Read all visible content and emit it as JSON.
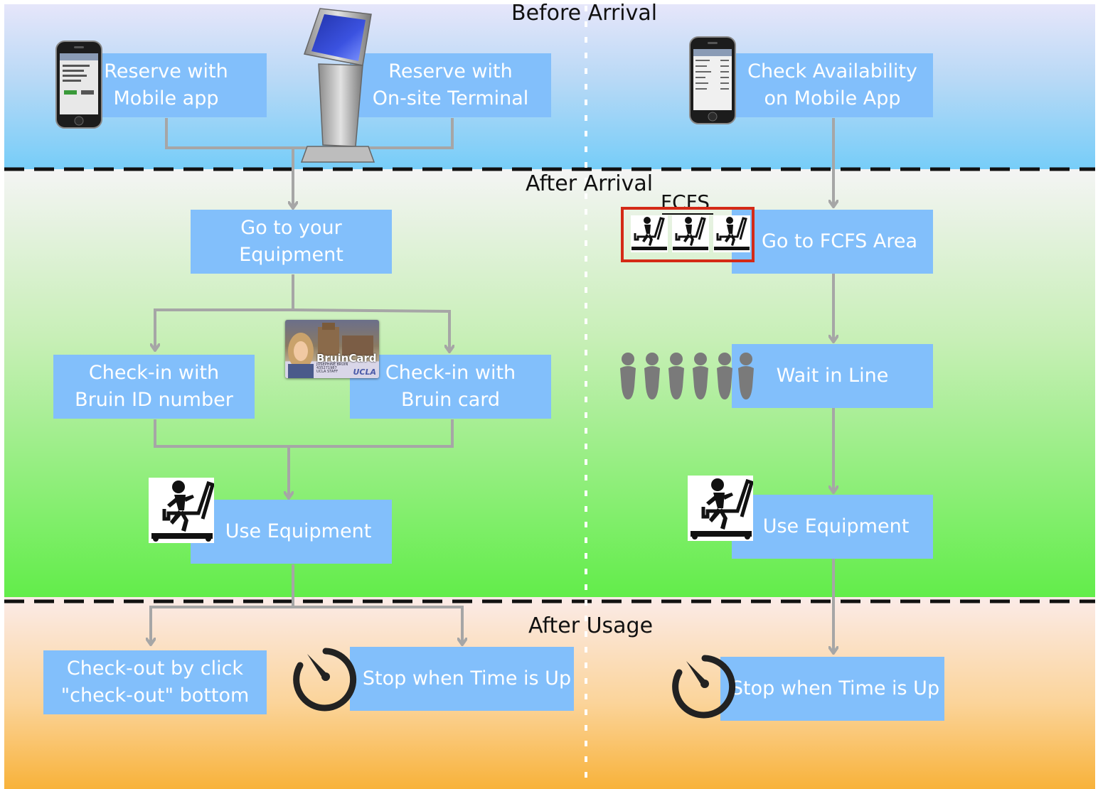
{
  "phases": {
    "before": "Before Arrival",
    "arrival": "After Arrival",
    "usage": "After Usage"
  },
  "fcfs_label": "FCFS",
  "boxes": {
    "reserve_mobile": [
      "Reserve with",
      "Mobile app"
    ],
    "reserve_terminal": [
      "Reserve with",
      "On-site Terminal"
    ],
    "check_availability": [
      "Check Availability",
      "on Mobile App"
    ],
    "go_equipment": [
      "Go to your",
      "Equipment"
    ],
    "checkin_id": [
      "Check-in with",
      "Bruin ID number"
    ],
    "checkin_card": [
      "Check-in with",
      "Bruin card"
    ],
    "use_left": "Use Equipment",
    "checkout": [
      "Check-out by click",
      "\"check-out\" bottom"
    ],
    "stop_left": "Stop when Time is Up",
    "go_fcfs": "Go to FCFS Area",
    "wait": "Wait in Line",
    "use_right": "Use Equipment",
    "stop_right": "Stop when Time is Up"
  },
  "bruincard": {
    "brand": "BruinCard",
    "name": "JOSEPHINE BRUIN",
    "number": "435271987",
    "role": "UCLA STAFF",
    "school": "UCLA"
  },
  "colors": {
    "box": "#82bffb",
    "connector": "#a6a6a6",
    "fcfs_frame": "#d42a16",
    "icon": "#7a7a7a"
  }
}
